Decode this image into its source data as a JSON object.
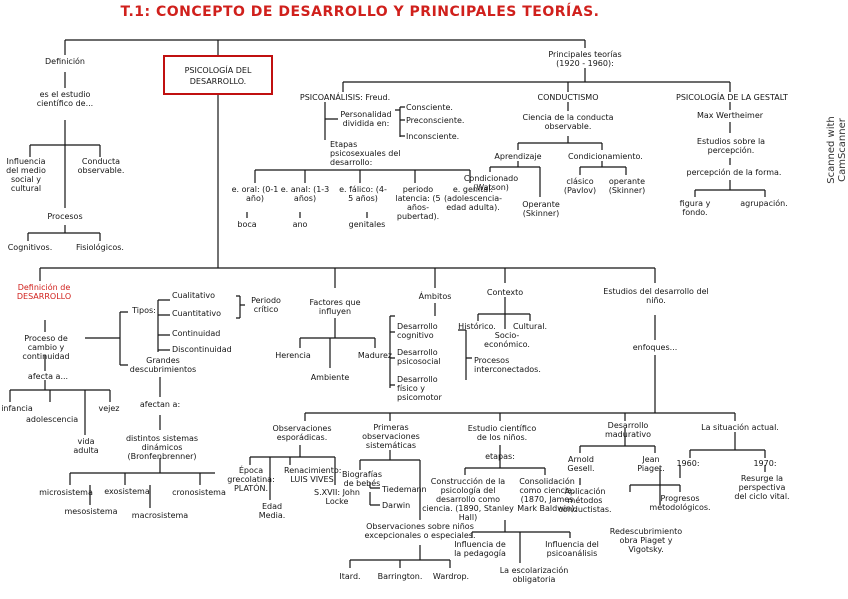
{
  "title": "T.1: CONCEPTO DE DESARROLLO Y PRINCIPALES TEORÍAS.",
  "central": "PSICOLOGÍA DEL DESARROLLO.",
  "watermark": "Scanned with CamScanner",
  "colors": {
    "title": "#d0201c",
    "ink": "#151515",
    "box_border": "#c01010"
  },
  "definicion": {
    "head": "Definición",
    "text": "es el estudio científico de...",
    "influencia": "Influencia del medio social y cultural",
    "conducta": "Conducta observable.",
    "procesos": "Procesos",
    "cognitivos": "Cognitivos.",
    "fisiologicos": "Fisiológicos."
  },
  "teorias": {
    "head": "Principales teorías",
    "years": "(1920 - 1960):",
    "psicoanalisis": {
      "head": "PSICOANÁLISIS: Freud.",
      "personalidad": "Personalidad dividida en:",
      "consciente": "Consciente.",
      "preconsciente": "Preconsciente.",
      "inconsciente": "Inconsciente.",
      "etapas": "Etapas psicosexuales del desarrollo:",
      "oral": "e. oral: (0-1 año)",
      "anal": "e. anal: (1-3 años)",
      "falico": "e. fálico: (4-5 años)",
      "latencia": "periodo latencia: (5 años-pubertad).",
      "genital": "e. genital: (adolescencia-edad adulta).",
      "boca": "boca",
      "ano": "ano",
      "genitales": "genitales"
    },
    "conductismo": {
      "head": "CONDUCTISMO",
      "def": "Ciencia de la conducta observable.",
      "aprendizaje": "Aprendizaje",
      "condicionamiento": "Condicionamiento.",
      "condicionado": "Condicionado (Watson)",
      "operante_sk": "Operante (Skinner)",
      "clasico": "clásico (Pavlov)",
      "operante": "operante (Skinner)"
    },
    "gestalt": {
      "head": "PSICOLOGÍA DE LA GESTALT",
      "autor": "Max Wertheimer",
      "estudios": "Estudios sobre la percepción.",
      "percepcion": "percepción de la forma.",
      "figura": "figura y fondo.",
      "agrupacion": "agrupación."
    }
  },
  "def_desarrollo": {
    "head": "Definición de DESARROLLO",
    "proceso": "Proceso de cambio y continuidad",
    "afecta": "afecta a...",
    "infancia": "infancia",
    "adolescencia": "adolescencia",
    "vejez": "vejez",
    "vida_adulta": "vida adulta",
    "tipos": "Tipos:",
    "cualitativo": "Cualitativo",
    "cuantitativo": "Cuantitativo",
    "periodo_critico": "Periodo crítico",
    "continuidad": "Continuidad",
    "discontinuidad": "Discontinuidad",
    "grandes": "Grandes descubrimientos",
    "afectan": "afectan a:",
    "sistemas": "distintos sistemas dinámicos (Bronfenbrenner)",
    "micro": "microsistema",
    "exo": "exosistema",
    "crono": "cronosistema",
    "meso": "mesosistema",
    "macro": "macrosistema"
  },
  "factores": {
    "head": "Factores que influyen",
    "herencia": "Herencia",
    "madurez": "Madurez",
    "ambiente": "Ambiente"
  },
  "ambitos": {
    "head": "Ámbitos",
    "cognitivo": "Desarrollo cognitivo",
    "psicosocial": "Desarrollo psicosocial",
    "fisico": "Desarrollo físico y psicomotor",
    "procesos": "Procesos interconectados."
  },
  "contexto": {
    "head": "Contexto",
    "historico": "Histórico.",
    "cultural": "Cultural.",
    "socio": "Socio-económico."
  },
  "estudios": {
    "head": "Estudios del desarrollo del niño.",
    "enfoques": "enfoques...",
    "observaciones": "Observaciones esporádicas.",
    "epoca": "Época grecolatina: PLATÓN.",
    "renacimiento": "Renacimiento: LUIS VIVES",
    "edad_media": "Edad Media.",
    "sxvii": "S.XVII: John Locke",
    "primeras": "Primeras observaciones sistemáticas",
    "biografias": "Biografías de bebés",
    "tiedemann": "Tiedemann",
    "darwin": "Darwin",
    "obs_ninos": "Observaciones sobre niños excepcionales o especiales.",
    "itard": "Itard.",
    "barrington": "Barrington.",
    "wardrop": "Wardrop.",
    "cientifico": "Estudio científico de los niños.",
    "etapas": "etapas:",
    "construccion": "Construcción de la psicología del desarrollo como ciencia. (1890, Stanley Hall)",
    "consolidacion": "Consolidación como ciencia. (1870, James Mark Baldwin).",
    "pedagogia": "Influencia de la pedagogía",
    "psicoanalistas": "Influencia del psicoanálisis",
    "escolarizacion": "La escolarización obligatoria",
    "maduracion": "Desarrollo madurativo",
    "actual": "La situación actual.",
    "gesell": "Arnold Gesell.",
    "piaget": "Jean Piaget.",
    "aplicacion": "Aplicación métodos conductistas.",
    "y1960": "1960:",
    "progresos": "Progresos metodológicos.",
    "y1970": "1970:",
    "resurge": "Resurge la perspectiva del ciclo vital.",
    "redescubrimiento": "Redescubrimiento obra Piaget y Vigotsky."
  }
}
